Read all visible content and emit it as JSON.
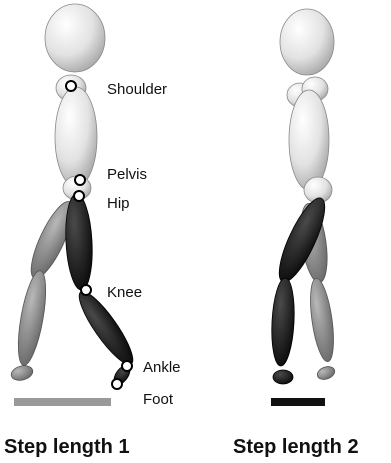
{
  "labels": {
    "shoulder": "Shoulder",
    "pelvis": "Pelvis",
    "hip": "Hip",
    "knee": "Knee",
    "ankle": "Ankle",
    "foot": "Foot"
  },
  "captions": {
    "step_length_1": "Step length 1",
    "step_length_2": "Step length 2"
  },
  "colors": {
    "body_light": "#e4e4e4",
    "leg_dark": "#1a1a1a",
    "leg_gray": "#8a8a8a",
    "step_bar_1": "#999999",
    "step_bar_2": "#111111",
    "joint_marker": "#ffffff"
  }
}
